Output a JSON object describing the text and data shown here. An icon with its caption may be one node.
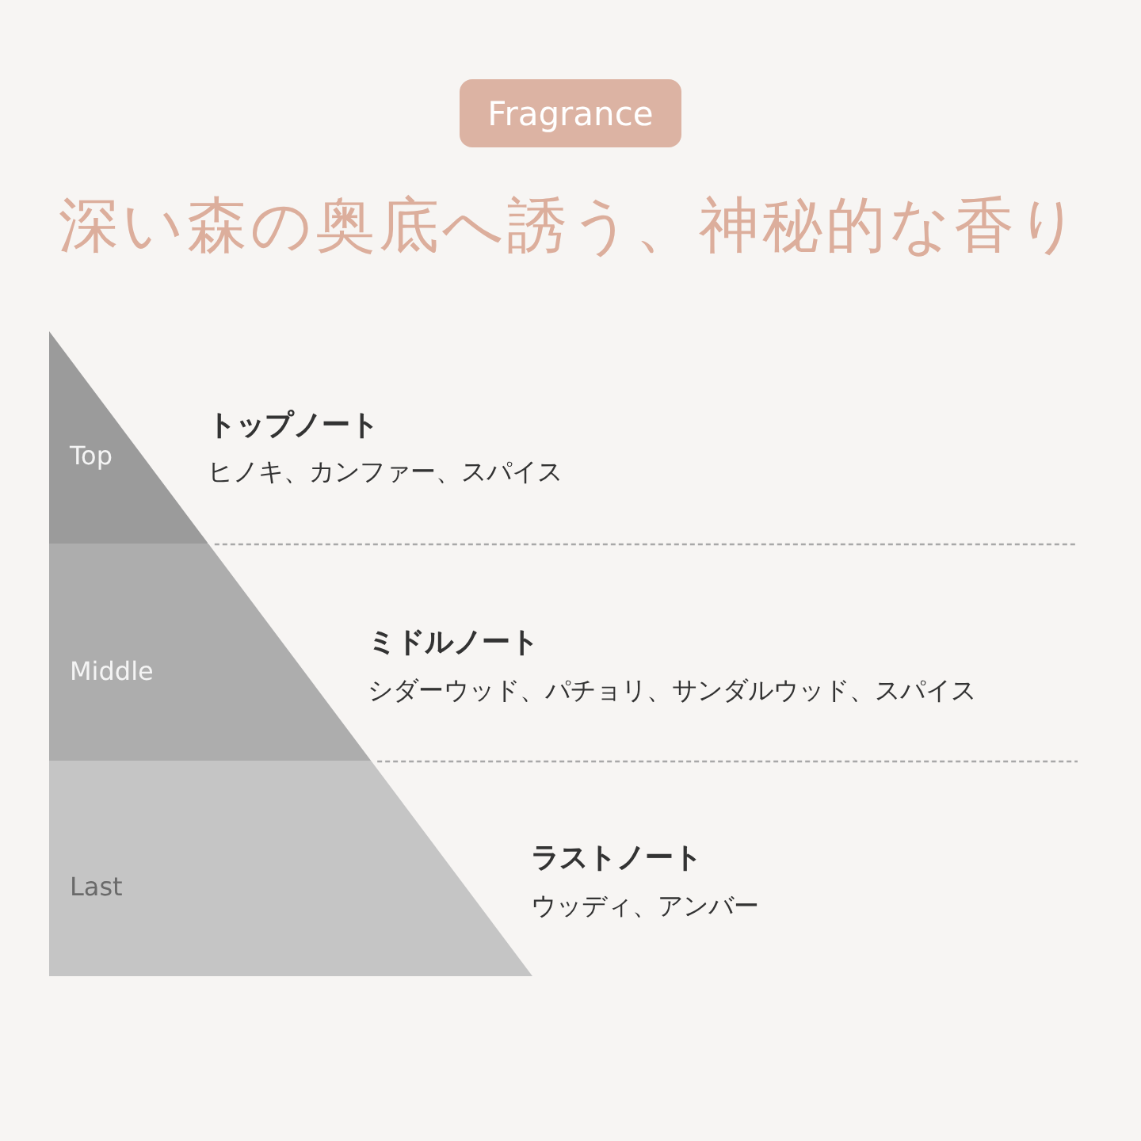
{
  "diagram": {
    "title": "深い森の奥底へ誘う、神秘的な香り",
    "nodes": [
      {
        "text": [
          "Fragrance"
        ]
      },
      {
        "text": [
          "Top"
        ],
        "beside": [
          "トップノート",
          "ヒノキ、カンファー、スパイス"
        ]
      },
      {
        "text": [
          "Middle"
        ],
        "beside": [
          "ミドルノート",
          "シダーウッド、パチョリ、サンダルウッド、スパイス"
        ]
      },
      {
        "text": [
          "Last"
        ],
        "beside": [
          "ラストノート",
          "ウッディ、アンバー"
        ]
      }
    ]
  }
}
